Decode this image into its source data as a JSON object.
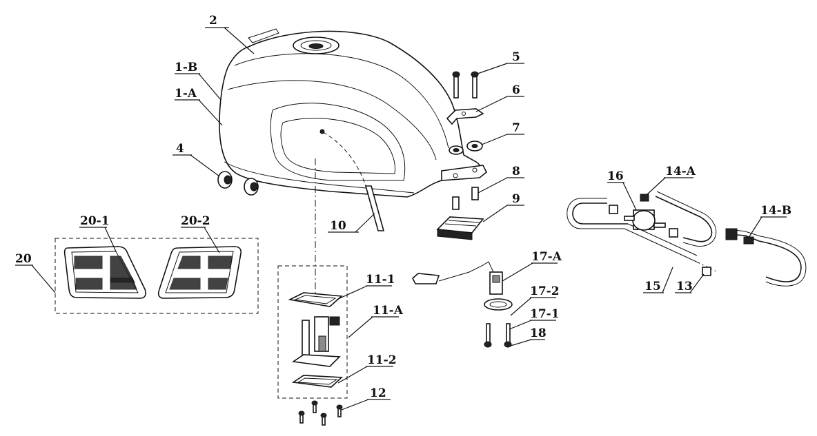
{
  "labels": {
    "l2": "2",
    "l1b": "1-B",
    "l1a": "1-A",
    "l4": "4",
    "l5": "5",
    "l6": "6",
    "l7": "7",
    "l8": "8",
    "l9": "9",
    "l10": "10",
    "l11_1": "11-1",
    "l11_a": "11-A",
    "l11_2": "11-2",
    "l12": "12",
    "l13": "13",
    "l14_a": "14-A",
    "l14_b": "14-B",
    "l15": "15",
    "l16": "16",
    "l17_a": "17-A",
    "l17_2": "17-2",
    "l17_1": "17-1",
    "l18": "18",
    "l20": "20",
    "l20_1": "20-1",
    "l20_2": "20-2"
  }
}
